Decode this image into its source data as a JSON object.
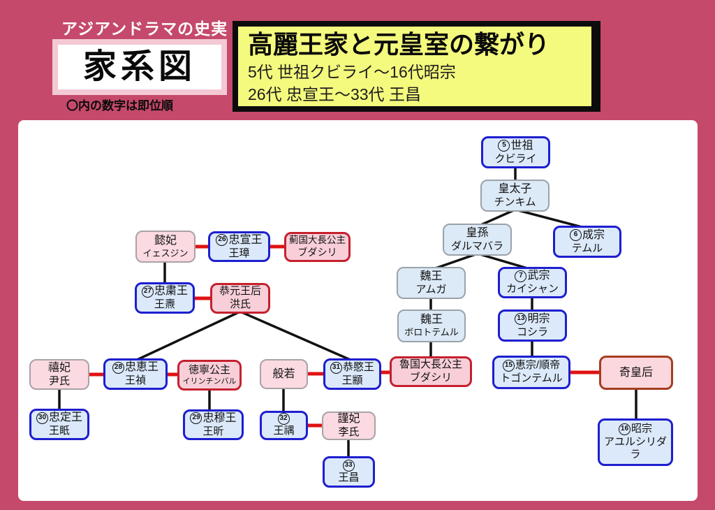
{
  "header": {
    "brand": "アジアンドラマの史実",
    "title": "家系図",
    "note": "〇内の数字は即位順"
  },
  "title_box": {
    "title": "高麗王家と元皇室の繋がり",
    "subtitle1": "5代 世祖クビライ〜16代昭宗",
    "subtitle2": "26代 忠宣王〜33代 王昌"
  },
  "colors": {
    "background": "#c5496a",
    "panel": "#ffffff",
    "title_box_bg": "#f4fa7d",
    "blue_border": "#1e1ecf",
    "blue_fill": "#dbe9fa",
    "gray_border": "#9aa2aa",
    "pink_fill": "#fbdae2",
    "red_border": "#c5202e",
    "empress_border": "#a63d20",
    "marriage_line": "#e01212",
    "descent_line": "#111111"
  },
  "nodes": {
    "sejo": {
      "num": "5",
      "title": "世祖",
      "name": "クビライ"
    },
    "chinkim": {
      "title": "皇太子",
      "name": "チンキム"
    },
    "dharmapala": {
      "title": "皇孫",
      "name": "ダルマバラ"
    },
    "seongjong": {
      "num": "6",
      "title": "成宗",
      "name": "テムル"
    },
    "amuga": {
      "title": "魏王",
      "name": "アムガ"
    },
    "mujong": {
      "num": "7",
      "title": "武宗",
      "name": "カイシャン"
    },
    "bolod": {
      "title": "魏王",
      "name": "ボロトテムル"
    },
    "myeongjong": {
      "num": "13",
      "title": "明宗",
      "name": "コシラ"
    },
    "noguk": {
      "title": "魯国大長公主",
      "name": "ブダシリ"
    },
    "hyejong": {
      "num": "15",
      "title": "恵宗/順帝",
      "name": "トゴンテムル"
    },
    "gi": {
      "title": "奇皇后",
      "name": ""
    },
    "sojong": {
      "num": "16",
      "title": "昭宗",
      "name": "アユルシリダラ"
    },
    "uibi": {
      "title": "懿妃",
      "name": "イェスジン"
    },
    "chungseon": {
      "num": "26",
      "title": "忠宣王",
      "name": "王璋"
    },
    "gyeguk": {
      "title": "薊国大長公主",
      "name": "ブダシリ"
    },
    "chungsuk": {
      "num": "27",
      "title": "忠粛王",
      "name": "王燾"
    },
    "gongwon": {
      "title": "恭元王后",
      "name": "洪氏"
    },
    "huibi": {
      "title": "禧妃",
      "name": "尹氏"
    },
    "chunghye": {
      "num": "28",
      "title": "忠恵王",
      "name": "王禎"
    },
    "deongnyeong": {
      "title": "徳寧公主",
      "name": "イリンチンバル"
    },
    "banya": {
      "title": "般若",
      "name": ""
    },
    "gongmin": {
      "num": "31",
      "title": "恭愍王",
      "name": "王顓"
    },
    "chungjeong": {
      "num": "30",
      "title": "忠定王",
      "name": "王眂"
    },
    "chungmok": {
      "num": "29",
      "title": "忠穆王",
      "name": "王昕"
    },
    "wangu": {
      "num": "32",
      "title": "",
      "name": "王禑"
    },
    "geunbi": {
      "title": "謹妃",
      "name": "李氏"
    },
    "wangchang": {
      "num": "33",
      "title": "",
      "name": "王昌"
    }
  },
  "edges": [
    {
      "from": "sejo",
      "to": "chinkim",
      "type": "descent"
    },
    {
      "from": "chinkim",
      "to": "dharmapala",
      "type": "descent"
    },
    {
      "from": "chinkim",
      "to": "seongjong",
      "type": "descent"
    },
    {
      "from": "dharmapala",
      "to": "amuga",
      "type": "descent"
    },
    {
      "from": "dharmapala",
      "to": "mujong",
      "type": "descent"
    },
    {
      "from": "amuga",
      "to": "bolod",
      "type": "descent"
    },
    {
      "from": "mujong",
      "to": "myeongjong",
      "type": "descent"
    },
    {
      "from": "bolod",
      "to": "noguk",
      "type": "descent"
    },
    {
      "from": "myeongjong",
      "to": "hyejong",
      "type": "descent"
    },
    {
      "from": "hyejong",
      "to": "gi",
      "type": "marriage"
    },
    {
      "from": "gi",
      "to": "sojong",
      "type": "descent"
    },
    {
      "from": "uibi",
      "to": "chungseon",
      "type": "marriage"
    },
    {
      "from": "chungseon",
      "to": "gyeguk",
      "type": "marriage"
    },
    {
      "from": "uibi",
      "to": "chungsuk",
      "type": "descent"
    },
    {
      "from": "chungsuk",
      "to": "gongwon",
      "type": "marriage"
    },
    {
      "from": "gongwon",
      "to": "chunghye",
      "type": "descent"
    },
    {
      "from": "gongwon",
      "to": "gongmin",
      "type": "descent"
    },
    {
      "from": "huibi",
      "to": "chunghye",
      "type": "marriage"
    },
    {
      "from": "chunghye",
      "to": "deongnyeong",
      "type": "marriage"
    },
    {
      "from": "huibi",
      "to": "chungjeong",
      "type": "descent"
    },
    {
      "from": "deongnyeong",
      "to": "chungmok",
      "type": "descent"
    },
    {
      "from": "banya",
      "to": "gongmin",
      "type": "marriage"
    },
    {
      "from": "gongmin",
      "to": "noguk",
      "type": "marriage"
    },
    {
      "from": "banya",
      "to": "wangu",
      "type": "descent"
    },
    {
      "from": "wangu",
      "to": "geunbi",
      "type": "marriage"
    },
    {
      "from": "geunbi",
      "to": "wangchang",
      "type": "descent"
    }
  ]
}
